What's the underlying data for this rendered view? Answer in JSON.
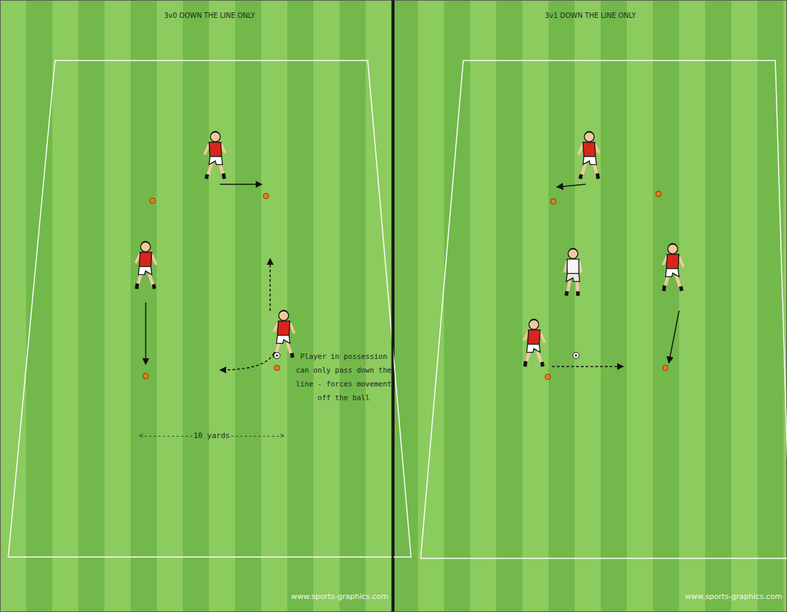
{
  "diagram": {
    "labels": [
      "3v0 DOWN THE LINE ONLY",
      "Player in possession can only pass down the line - forces movement off the ball",
      "<-----------10 yards----------->",
      "www.sports-graphics.com",
      "3v1 DOWN THE LINE ONLY",
      "www.sports-graphics.com"
    ]
  }
}
